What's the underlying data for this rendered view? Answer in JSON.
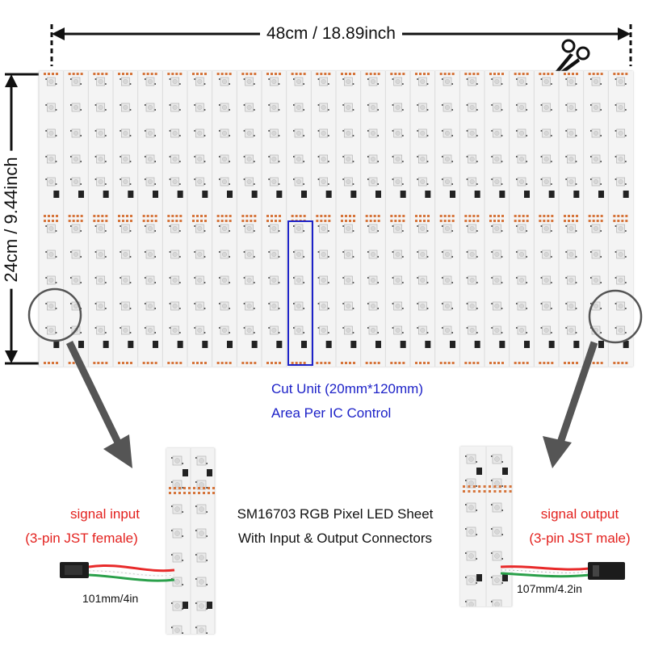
{
  "dimensions": {
    "width_label": "48cm / 18.89inch",
    "height_label": "24cm / 9.44inch"
  },
  "cut_unit": {
    "line1": "Cut Unit (20mm*120mm)",
    "line2": "Area Per IC Control"
  },
  "product": {
    "line1": "SM16703 RGB Pixel LED Sheet",
    "line2": "With Input & Output Connectors"
  },
  "input": {
    "line1": "signal input",
    "line2": "(3-pin JST female)",
    "length": "101mm/4in"
  },
  "output": {
    "line1": "signal output",
    "line2": "(3-pin JST male)",
    "length": "107mm/4.2in"
  },
  "colors": {
    "blue": "#1d22c8",
    "red": "#e3211e",
    "pad": "#d6743a"
  }
}
